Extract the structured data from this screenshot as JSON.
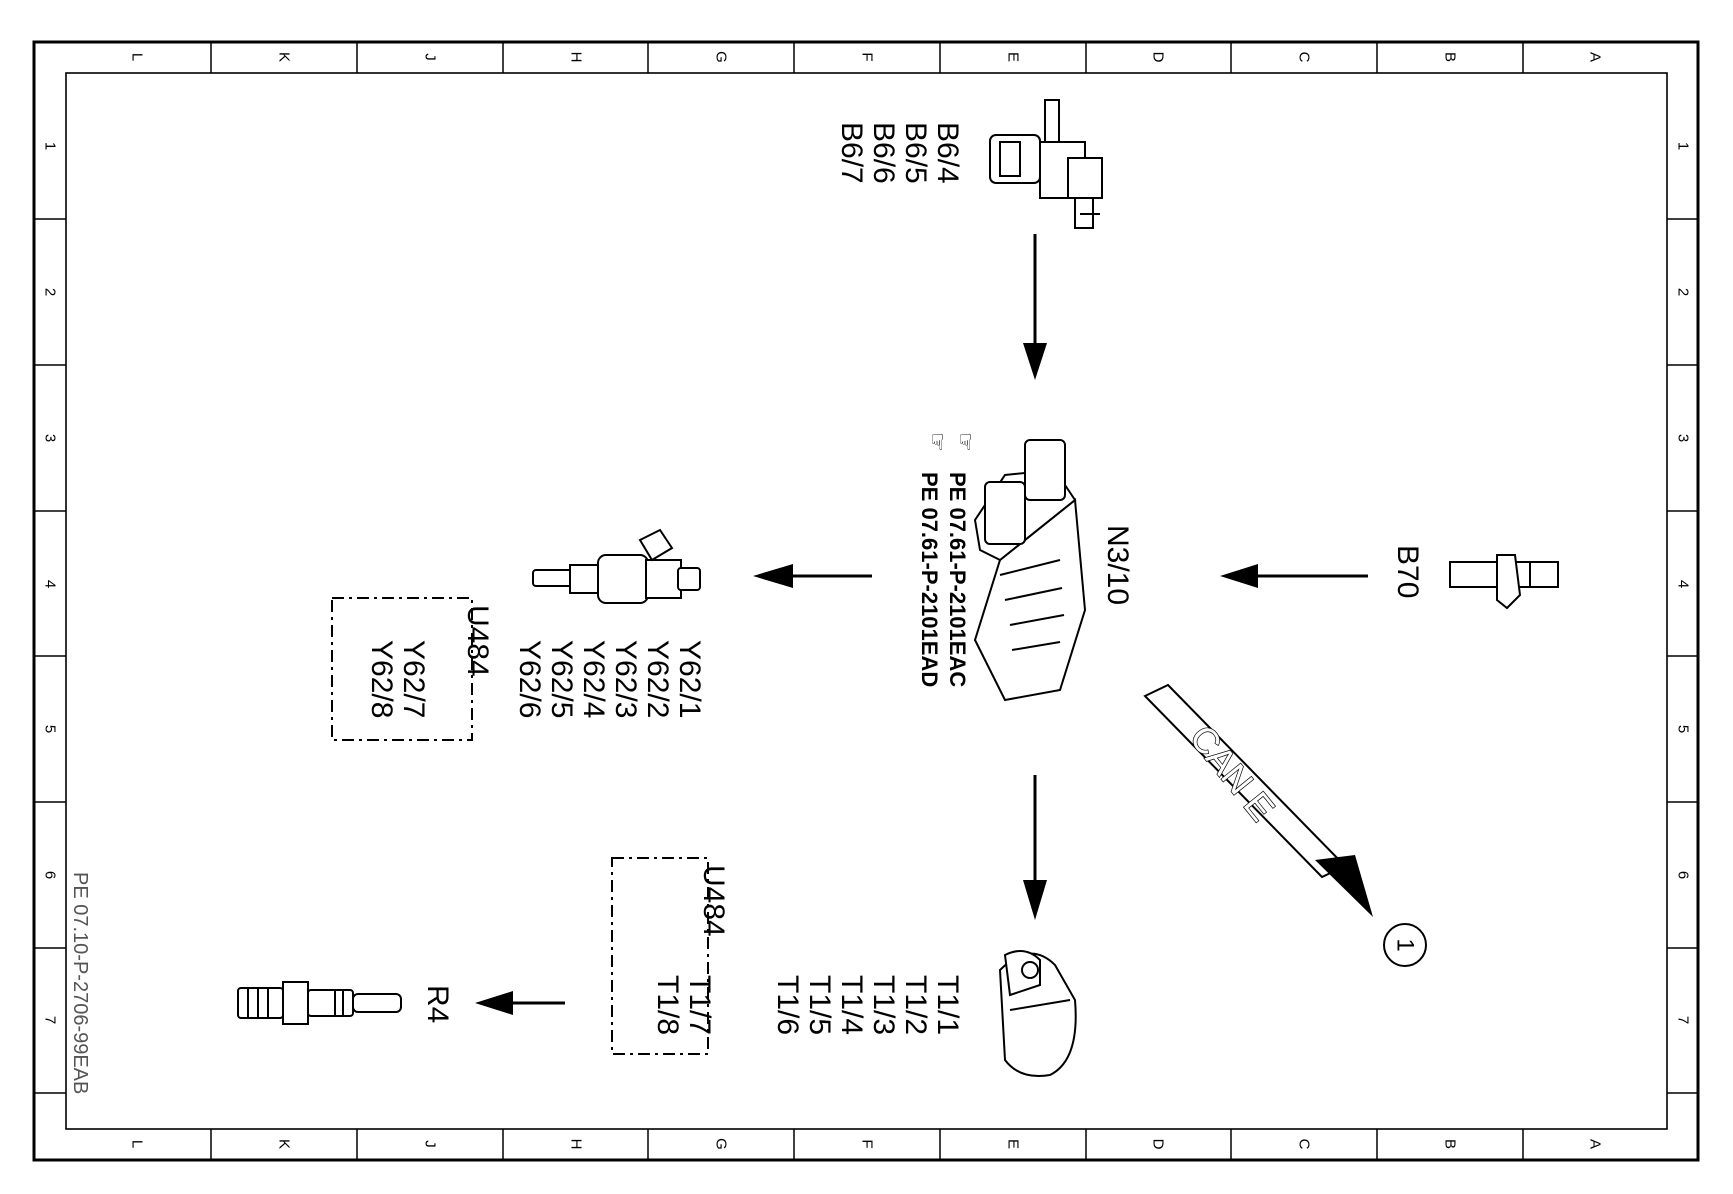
{
  "frame": {
    "columns_top": [
      "L",
      "K",
      "J",
      "H",
      "G",
      "F",
      "E",
      "D",
      "C",
      "B",
      "A"
    ],
    "columns_bottom": [
      "L",
      "K",
      "J",
      "H",
      "G",
      "F",
      "E",
      "D",
      "C",
      "B",
      "A"
    ],
    "rows_left": [
      "1",
      "2",
      "3",
      "4",
      "5",
      "6",
      "7"
    ],
    "rows_right": [
      "1",
      "2",
      "3",
      "4",
      "5",
      "6",
      "7"
    ]
  },
  "reference_number": "PE 07.10-P-2706-99EAB",
  "components": {
    "camshaft_sensors": [
      "B6/4",
      "B6/5",
      "B6/6",
      "B6/7"
    ],
    "control_unit": "N3/10",
    "control_unit_refs": [
      "PE 07.61-P-2101EAC",
      "PE 07.61-P-2101EAD"
    ],
    "sensor_b70": "B70",
    "injectors": [
      "Y62/1",
      "Y62/2",
      "Y62/3",
      "Y62/4",
      "Y62/5",
      "Y62/6"
    ],
    "injectors_variant_code": "U484",
    "injectors_variant": [
      "Y62/7",
      "Y62/8"
    ],
    "ignition_coils": [
      "T1/1",
      "T1/2",
      "T1/3",
      "T1/4",
      "T1/5",
      "T1/6"
    ],
    "ignition_variant_code": "U484",
    "ignition_variant": [
      "T1/7",
      "T1/8"
    ],
    "spark_plug": "R4",
    "can_bus": "CAN E",
    "can_target": "1"
  },
  "colors": {
    "line": "#000000",
    "background": "#ffffff"
  }
}
